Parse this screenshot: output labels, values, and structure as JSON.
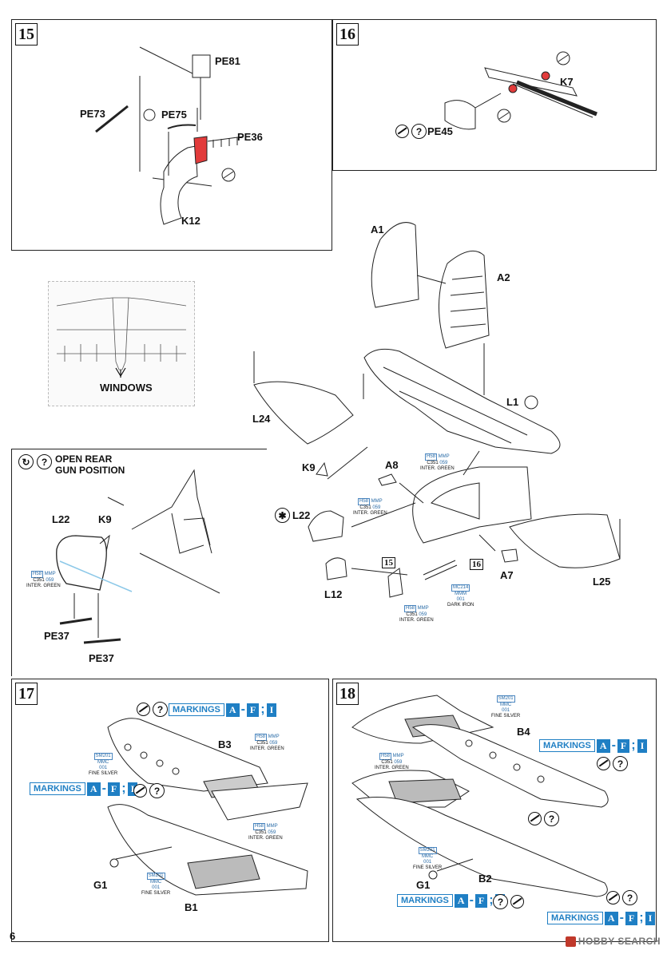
{
  "page_number": "6",
  "watermark": "HOBBY SEARCH",
  "steps": {
    "s15": {
      "num": "15",
      "parts": {
        "pe81": "PE81",
        "pe73": "PE73",
        "pe75": "PE75",
        "pe36": "PE36",
        "k12": "K12"
      }
    },
    "s16": {
      "num": "16",
      "parts": {
        "k7": "K7",
        "pe45": "PE45"
      }
    },
    "windows": {
      "label": "WINDOWS"
    },
    "rear": {
      "title_line1": "OPEN REAR",
      "title_line2": "GUN POSITION",
      "parts": {
        "l22": "L22",
        "k9": "K9",
        "pe37a": "PE37",
        "pe37b": "PE37"
      }
    },
    "main": {
      "parts": {
        "a1": "A1",
        "a2": "A2",
        "l1": "L1",
        "l24": "L24",
        "k9": "K9",
        "a8": "A8",
        "l22": "L22",
        "l12": "L12",
        "a7": "A7",
        "l25": "L25"
      },
      "ref15": "15",
      "ref16": "16"
    },
    "s17": {
      "num": "17",
      "parts": {
        "b3": "B3",
        "g1": "G1",
        "b1": "B1"
      }
    },
    "s18": {
      "num": "18",
      "parts": {
        "b4": "B4",
        "g1": "G1",
        "b2": "B2"
      }
    }
  },
  "paint": {
    "inter_green": {
      "l1": "H58",
      "l1b": "MMP",
      "l2": "C351",
      "l2b": "059",
      "l3": "INTER. GREEN"
    },
    "dark_iron": {
      "l1": "MC214",
      "l2": "MMM",
      "l3": "001",
      "l4": "DARK IRON"
    },
    "fine_silver": {
      "l1": "SM201",
      "l2": "MMC",
      "l3": "001",
      "l4": "FINE SILVER"
    }
  },
  "markings": {
    "word": "MARKINGS",
    "a": "A",
    "f": "F",
    "i": "I",
    "sep": "-",
    "semi": ";"
  },
  "symbols": {
    "question": "?"
  }
}
